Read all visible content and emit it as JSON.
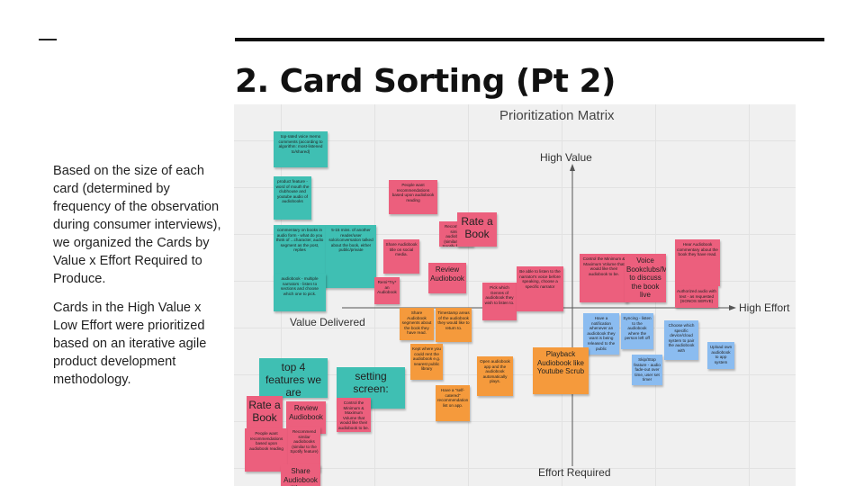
{
  "slide": {
    "title": "2. Card Sorting (Pt 2)",
    "paragraph1": "Based on the size of each card (determined by frequency of the observation during consumer interviews), we organized the Cards by Value x Effort Required to Produce.",
    "paragraph2": "Cards in the High Value x Low Effort were prioritized based on an iterative agile product development methodology."
  },
  "board": {
    "title": "Prioritization Matrix",
    "high_value": "High Value",
    "high_effort": "High Effort",
    "value_delivered": "Value Delivered",
    "effort_required": "Effort Required"
  },
  "notes": [
    {
      "text": "top-rated voice memo comments (according to algorithm: most-listened to/shared)",
      "color": "teal"
    },
    {
      "text": "product feature - word of mouth the clubhouse and youtube audio of audiobooks",
      "color": "teal"
    },
    {
      "text": "commentary on books in audio form - what do you think of ...character, audio segment as the post, replies",
      "color": "teal"
    },
    {
      "text": "5-15 mins. of another reader/user solo/conversation talked about the book, either public/private",
      "color": "teal"
    },
    {
      "text": "audiobook - multiple narrators - listen to sections and choose which one to pick.",
      "color": "teal"
    },
    {
      "text": "People want recommendations based upon audiobook reading",
      "color": "pink"
    },
    {
      "text": "Recommend similar audiobooks (similar to the Spotify feature)",
      "color": "pink"
    },
    {
      "text": "Rate a Book",
      "color": "pink"
    },
    {
      "text": "Share Audiobook title on social media.",
      "color": "pink"
    },
    {
      "text": "Review Audiobook",
      "color": "pink"
    },
    {
      "text": "Remi*Try* an Audiobook",
      "color": "pink"
    },
    {
      "text": "Share Audiobook segments about the book they have read.",
      "color": "orange"
    },
    {
      "text": "Timestamp areas of the audiobook they would like to return to.",
      "color": "orange"
    },
    {
      "text": "Pick which Genres of audiobook they wish to listen to.",
      "color": "pink"
    },
    {
      "text": "Be able to listen to the narrator's voice before speaking, choose a specific narrator",
      "color": "pink"
    },
    {
      "text": "Control the Minimum & Maximum Volume that would like their audiobook to be.",
      "color": "pink"
    },
    {
      "text": "Voice Bookclubs/Meetups to discuss the book live",
      "color": "pink"
    },
    {
      "text": "Hear Audiobook commentary about the book they have read.",
      "color": "pink"
    },
    {
      "text": "Authorized audio with text - as requested (SONOS SERVE)",
      "color": "pink"
    },
    {
      "text": "Have a notification whenever an audiobook they want is being released to the public",
      "color": "blue"
    },
    {
      "text": "Syncing - listen to the audiobook where the person left off",
      "color": "blue"
    },
    {
      "text": "Choose which specific device/cloud system to pair the audiobook with",
      "color": "blue"
    },
    {
      "text": "Upload own audiobook to app system",
      "color": "blue"
    },
    {
      "text": "Skip/Stop feature - audio fade-out over time, user set timer",
      "color": "blue"
    },
    {
      "text": "Kept where you could rent the audiobook e.g. nearest public library",
      "color": "orange"
    },
    {
      "text": "Open audiobook app and the audiobook automatically plays.",
      "color": "orange"
    },
    {
      "text": "Playback Audiobook like Youtube Scrub",
      "color": "orange"
    },
    {
      "text": "Have a \"self-catered\" recommendation list on app.",
      "color": "orange"
    },
    {
      "text": "top 4 features we are developing:",
      "color": "teal"
    },
    {
      "text": "setting screen:",
      "color": "teal"
    },
    {
      "text": "Control the Minimum & Maximum Volume that would like their audiobook to be.",
      "color": "pink"
    },
    {
      "text": "Rate a Book",
      "color": "pink"
    },
    {
      "text": "Review Audiobook",
      "color": "pink"
    },
    {
      "text": "People want recommendations based upon audiobook reading",
      "color": "pink"
    },
    {
      "text": "Recommend similar audiobooks (similar to the Spotify feature)",
      "color": "pink"
    },
    {
      "text": "Share Audiobook title on social",
      "color": "pink"
    }
  ]
}
